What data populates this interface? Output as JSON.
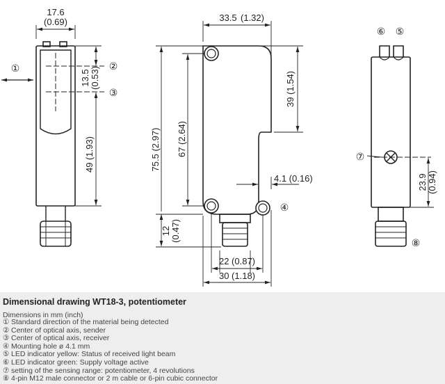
{
  "drawing": {
    "side": {
      "width_mm": "17.6",
      "width_in": "(0.69)",
      "axis_mm": "13.5",
      "axis_in": "(0.53)",
      "led_mm": "49 (1.93)"
    },
    "front": {
      "width_mm": "33.5",
      "width_in": "(1.32)",
      "total_height": "75.5 (2.97)",
      "body_height": "67 (2.64)",
      "top_height": "39 (1.54)",
      "hole_offset": "4.1 (0.16)",
      "connector_mm": "12",
      "connector_in": "(0.47)",
      "hole_pitch": "22 (0.87)",
      "base_width": "30 (1.18)"
    },
    "back": {
      "pot_mm": "23.9",
      "pot_in": "(0.94)"
    },
    "markers": [
      "①",
      "②",
      "③",
      "④",
      "⑤",
      "⑥",
      "⑦",
      "⑧"
    ]
  },
  "caption": {
    "title": "Dimensional drawing WT18-3, potentiometer",
    "subtitle": "Dimensions in mm (inch)",
    "legend": [
      {
        "marker": "①",
        "text": "Standard direction of the material being detected"
      },
      {
        "marker": "②",
        "text": "Center of optical axis, sender"
      },
      {
        "marker": "③",
        "text": "Center of optical axis, receiver"
      },
      {
        "marker": "④",
        "text": "Mounting hole ø 4.1 mm"
      },
      {
        "marker": "⑤",
        "text": "LED indicator yellow: Status of received light beam"
      },
      {
        "marker": "⑥",
        "text": "LED indicator green: Supply voltage active"
      },
      {
        "marker": "⑦",
        "text": "setting of the sensing range: potentiometer, 4 revolutions"
      },
      {
        "marker": "⑧",
        "text": "4-pin M12 male connector or 2 m cable or 6-pin cubic connector"
      }
    ]
  }
}
